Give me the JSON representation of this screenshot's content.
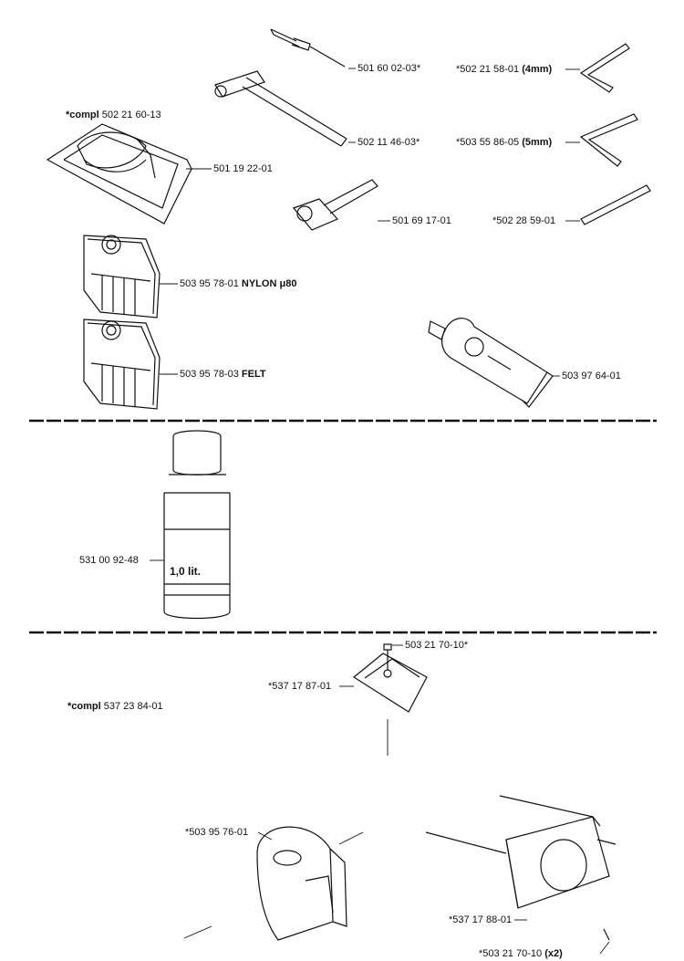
{
  "parts": {
    "kit_top": {
      "prefix": "*compl",
      "number": "502 21 60-13"
    },
    "harness": "501 19 22-01",
    "wrench_small": "501 60 02-03*",
    "t_wrench": "502 11 46-03*",
    "spark_wrench": "501 69 17-01",
    "hex_4mm": {
      "number": "*502 21 58-01",
      "size": "(4mm)"
    },
    "hex_5mm": {
      "number": "*503 55 86-05",
      "size": "(5mm)"
    },
    "pin": "*502 28 59-01",
    "filter_nylon": {
      "number": "503 95 78-01",
      "material": "NYLON",
      "spec": "μ80"
    },
    "filter_felt": {
      "number": "503 95 78-03",
      "material": "FELT"
    },
    "grease_tube": "503 97 64-01",
    "oil_bottle": "531 00 92-48",
    "bottle_text": "1,0 lit.",
    "screw_top": "503 21 70-10*",
    "cover_top": "*537 17 87-01",
    "kit_bottom": {
      "prefix": "*compl",
      "number": "537 23 84-01"
    },
    "filter_bottom": "*503 95 76-01",
    "cover_side": "*537 17 88-01",
    "screw_bottom": {
      "number": "*503 21 70-10",
      "qty": "(x2)"
    }
  }
}
